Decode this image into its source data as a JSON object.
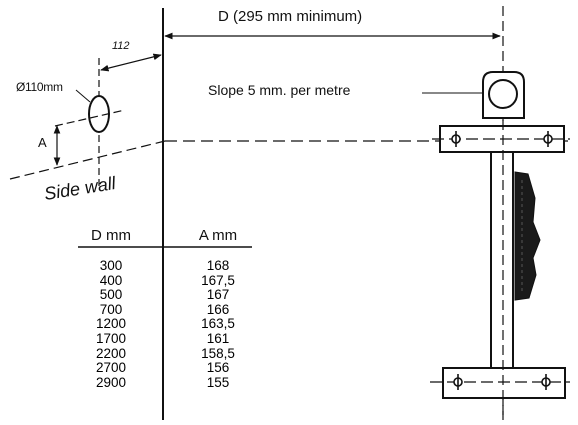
{
  "labels": {
    "d_dimension": "D (295 mm minimum)",
    "offset": "112",
    "diameter": "Ø110mm",
    "a_dimension": "A",
    "slope": "Slope 5 mm. per metre",
    "side_wall": "Side wall"
  },
  "table": {
    "headers": [
      "D mm",
      "A mm"
    ],
    "rows": [
      [
        "300",
        "168"
      ],
      [
        "400",
        "167,5"
      ],
      [
        "500",
        "167"
      ],
      [
        "700",
        "166"
      ],
      [
        "1200",
        "163,5"
      ],
      [
        "1700",
        "161"
      ],
      [
        "2200",
        "158,5"
      ],
      [
        "2700",
        "156"
      ],
      [
        "2900",
        "155"
      ]
    ]
  }
}
